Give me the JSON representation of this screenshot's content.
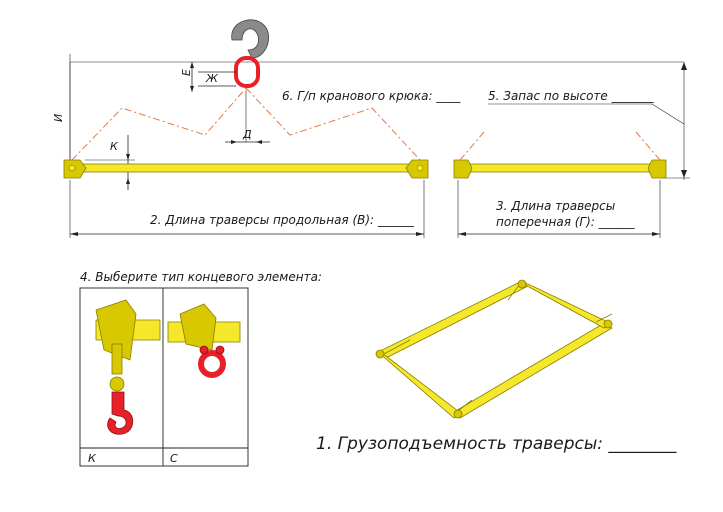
{
  "labels": {
    "dim_e": "Е",
    "dim_zh": "Ж",
    "dim_i": "И",
    "dim_k": "К",
    "dim_d": "Д",
    "hook": "6. Г/п кранового крюка: ____",
    "height_reserve": "5. Запас по высоте _______",
    "length_long": "2. Длина траверсы продольная (В): ______",
    "length_cross_line1": "3. Длина траверсы",
    "length_cross_line2": "поперечная (Г): ______",
    "choose_end": "4. Выберите тип концевого элемента:",
    "option_k": "К",
    "option_c": "С",
    "capacity": "1. Грузоподъемность траверсы: ________"
  },
  "colors": {
    "beam_yellow": "#f5e82a",
    "hook_red": "#e8202a",
    "sling_orange": "#e07a4a",
    "line_dark": "#222222"
  },
  "icons": [
    "crane-hook-icon",
    "spreader-beam-side-view",
    "cross-beam-side-view",
    "end-element-k-hook",
    "end-element-c-shackle",
    "spreader-frame-3d"
  ]
}
